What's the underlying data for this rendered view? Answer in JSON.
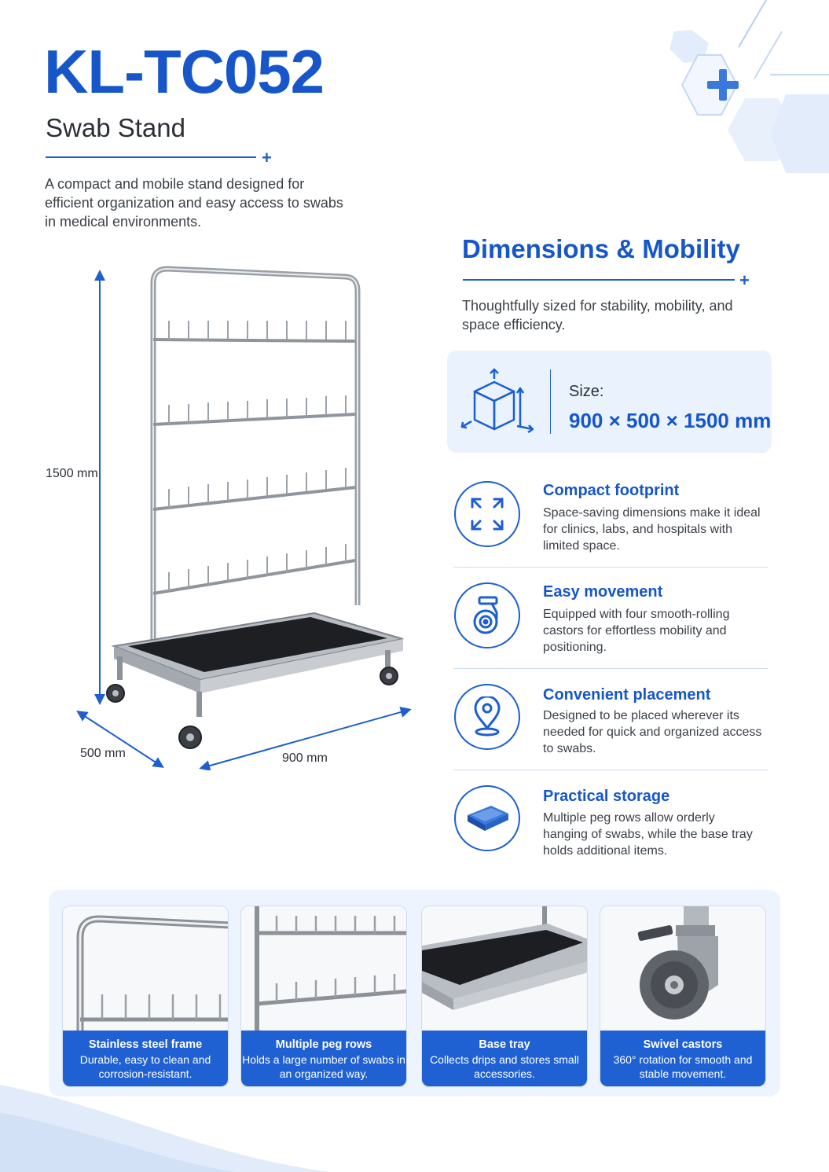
{
  "header": {
    "model": "KL-TC052",
    "product_name": "Swab Stand",
    "intro": "A compact and mobile stand designed for efficient organization and easy access to swabs in medical environments."
  },
  "dimension_labels": {
    "height": "1500 mm",
    "depth": "500 mm",
    "width": "900 mm"
  },
  "dimensions_section": {
    "heading": "Dimensions & Mobility",
    "subheading": "Thoughtfully sized for stability, mobility, and space efficiency.",
    "size_label": "Size:",
    "size_value": "900 × 500 × 1500 mm"
  },
  "features": [
    {
      "icon": "expand-arrows-icon",
      "title": "Compact footprint",
      "description": "Space-saving dimensions make it ideal for clinics, labs, and hospitals with limited space."
    },
    {
      "icon": "castor-wheel-icon",
      "title": "Easy movement",
      "description": "Equipped with four smooth-rolling castors for effortless mobility and positioning."
    },
    {
      "icon": "location-pin-icon",
      "title": "Convenient placement",
      "description": "Designed to be placed wherever its needed for quick and organized access to swabs."
    },
    {
      "icon": "tray-icon",
      "title": "Practical storage",
      "description": "Multiple peg rows allow orderly hanging of swabs, while the base tray holds additional items."
    }
  ],
  "detail_tiles": [
    {
      "title": "Stainless steel frame",
      "description": "Durable, easy to clean and corrosion-resistant."
    },
    {
      "title": "Multiple peg rows",
      "description": "Holds a large number of swabs in an organized way."
    },
    {
      "title": "Base tray",
      "description": "Collects drips and stores small accessories."
    },
    {
      "title": "Swivel castors",
      "description": "360° rotation for smooth and stable movement."
    }
  ],
  "colors": {
    "brand_blue": "#1656c9",
    "caption_blue": "#1f61d2",
    "panel_tint": "#eaf2fd"
  }
}
